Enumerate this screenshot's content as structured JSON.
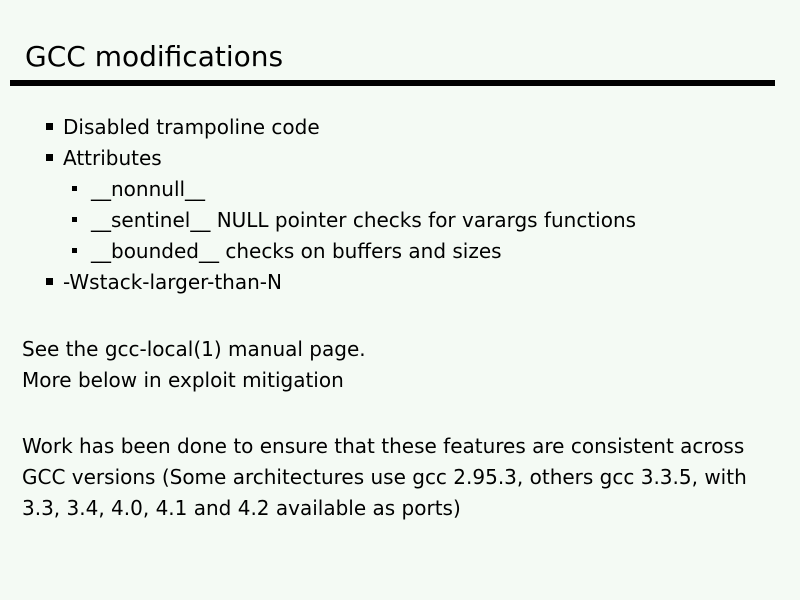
{
  "slide": {
    "title": "GCC modifications",
    "bullets": [
      {
        "level": 1,
        "text": "Disabled trampoline code"
      },
      {
        "level": 1,
        "text": "Attributes"
      },
      {
        "level": 2,
        "text": "__nonnull__"
      },
      {
        "level": 2,
        "text": "__sentinel__ NULL pointer checks for varargs functions"
      },
      {
        "level": 2,
        "text": "__bounded__ checks on buffers and sizes"
      },
      {
        "level": 1,
        "text": "-Wstack-larger-than-N"
      }
    ],
    "notes": [
      "See the gcc-local(1) manual page.",
      "More below in exploit mitigation"
    ],
    "closing": "Work has been done to ensure that these features are consistent across GCC versions (Some architectures use gcc 2.95.3, others gcc 3.3.5, with 3.3, 3.4, 4.0, 4.1 and 4.2 available as ports)",
    "colors": {
      "background": "#f4faf4",
      "text": "#000000",
      "rule": "#000000"
    }
  }
}
